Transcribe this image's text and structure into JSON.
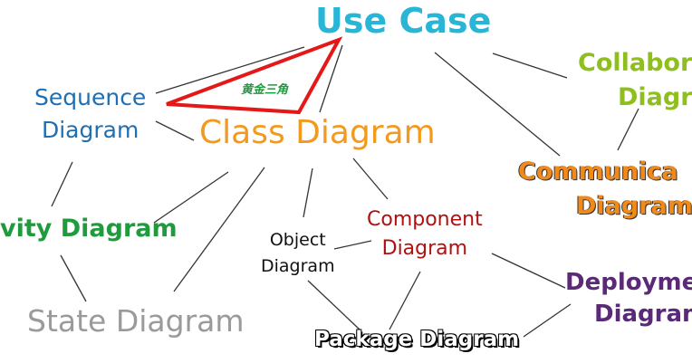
{
  "colors": {
    "use_case": "#29b6d6",
    "sequence": "#1f6fb2",
    "class": "#f39a1e",
    "collaboration": "#8fbf1f",
    "communication": "#f08a1a",
    "activity": "#1f9b3e",
    "object": "#111111",
    "component": "#b01010",
    "state": "#9a9a9a",
    "deployment": "#5a2a78",
    "package": "#ffffff",
    "golden": "#1f9b3e",
    "edge": "#333333",
    "triangle": "#e51818"
  },
  "nodes": {
    "use_case": {
      "label": "Use Case"
    },
    "sequence": {
      "line1": "Sequence",
      "line2": "Diagram"
    },
    "class": {
      "label": "Class Diagram"
    },
    "collaboration": {
      "line1": "Collabor",
      "line2": "Diagr"
    },
    "communication": {
      "line1": "Communica",
      "line2": "Diagram"
    },
    "activity": {
      "label": "vity Diagram"
    },
    "object": {
      "line1": "Object",
      "line2": "Diagram"
    },
    "component": {
      "line1": "Component",
      "line2": "Diagram"
    },
    "state": {
      "label": "State Diagram"
    },
    "deployment": {
      "line1": "Deployme",
      "line2": "Diagram"
    },
    "package": {
      "label": "Package Diagram"
    }
  },
  "triangle": {
    "label": "黄金三角"
  }
}
